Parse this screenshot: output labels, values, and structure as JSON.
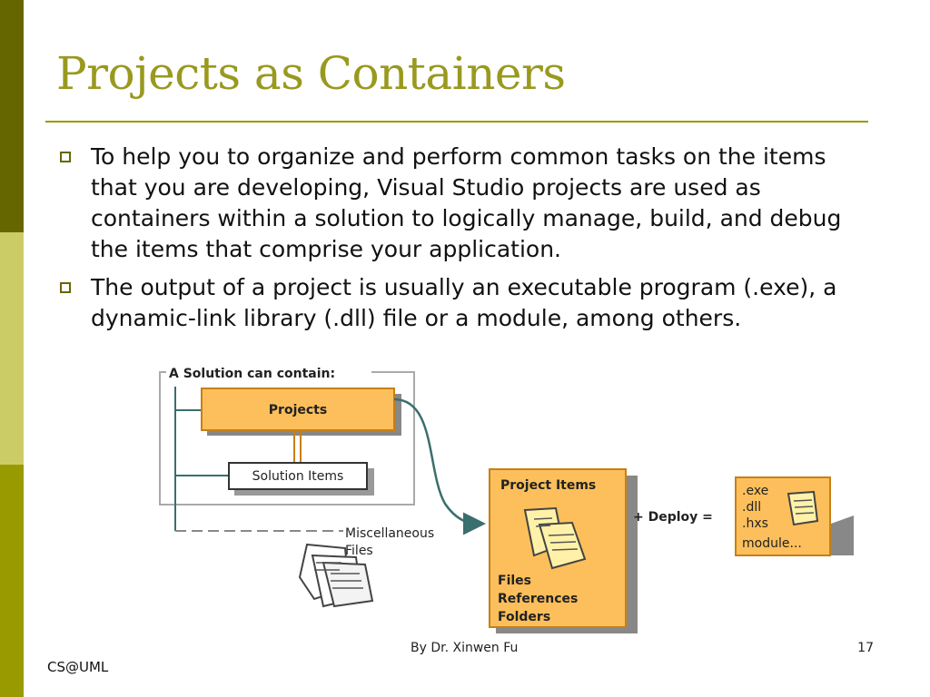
{
  "slide": {
    "title": "Projects as Containers",
    "bullets": [
      "To help you to organize and perform common tasks on the items that you are developing, Visual Studio projects are used as containers within a solution to logically manage, build, and debug the items that comprise your application.",
      "The output of a project is usually an executable program (.exe), a dynamic-link library (.dll) file or a module, among others."
    ],
    "diagram": {
      "container_label": "A Solution can contain:",
      "projects": "Projects",
      "solution_items": "Solution Items",
      "misc_line1": "Miscellaneous",
      "misc_line2": "Files",
      "project_items_title": "Project Items",
      "project_items_list": [
        "Files",
        "References",
        "Folders"
      ],
      "deploy": "+ Deploy =",
      "outputs": [
        ".exe",
        ".dll",
        ".hxs",
        "module..."
      ]
    },
    "footer": {
      "author": "By Dr. Xinwen Fu",
      "page": "17",
      "left": "CS@UML"
    }
  },
  "colors": {
    "sidebar_dark": "#666600",
    "sidebar_light": "#cccc66",
    "sidebar_mid": "#999900",
    "title": "#99991f",
    "box_fill": "#fcbf5b",
    "teal": "#3b6e6e"
  }
}
